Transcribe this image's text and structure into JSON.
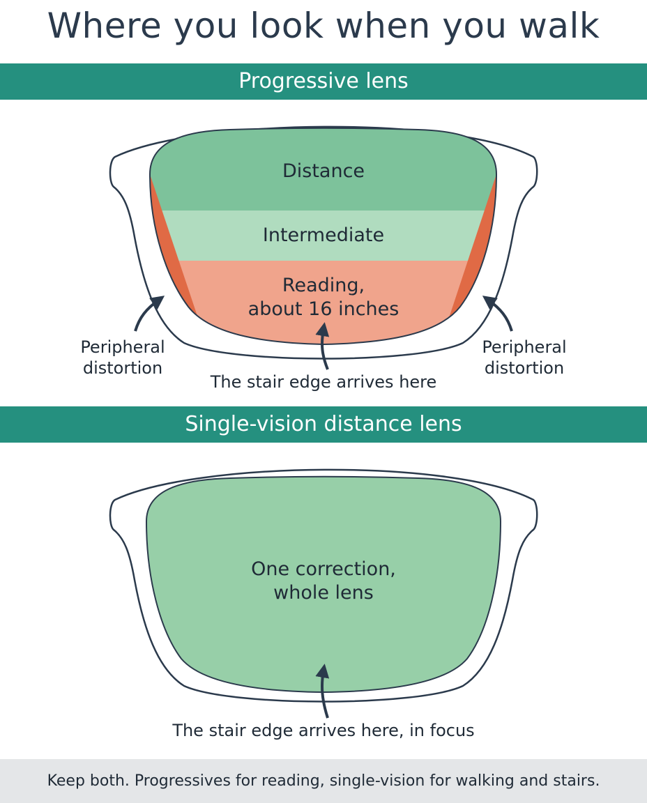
{
  "title": "Where you look when you walk",
  "colors": {
    "band": "#25907f",
    "distance_zone": "#7dc29b",
    "intermediate_zone": "#b0dcbf",
    "reading_zone": "#f0a48c",
    "distortion_zone": "#e06a45",
    "single_vision_lens": "#97cfa8",
    "arrow": "#2b3a4c",
    "footer_bg": "#e4e6e8"
  },
  "progressive": {
    "heading": "Progressive lens",
    "zones": {
      "distance": "Distance",
      "intermediate": "Intermediate",
      "reading_line1": "Reading,",
      "reading_line2": "about 16 inches"
    },
    "peripheral_left_line1": "Peripheral",
    "peripheral_left_line2": "distortion",
    "peripheral_right_line1": "Peripheral",
    "peripheral_right_line2": "distortion",
    "stair_label": "The stair edge arrives here"
  },
  "single_vision": {
    "heading": "Single-vision distance lens",
    "lens_line1": "One correction,",
    "lens_line2": "whole lens",
    "stair_label": "The stair edge arrives here, in focus"
  },
  "footer": "Keep both. Progressives for reading, single-vision for walking and stairs."
}
